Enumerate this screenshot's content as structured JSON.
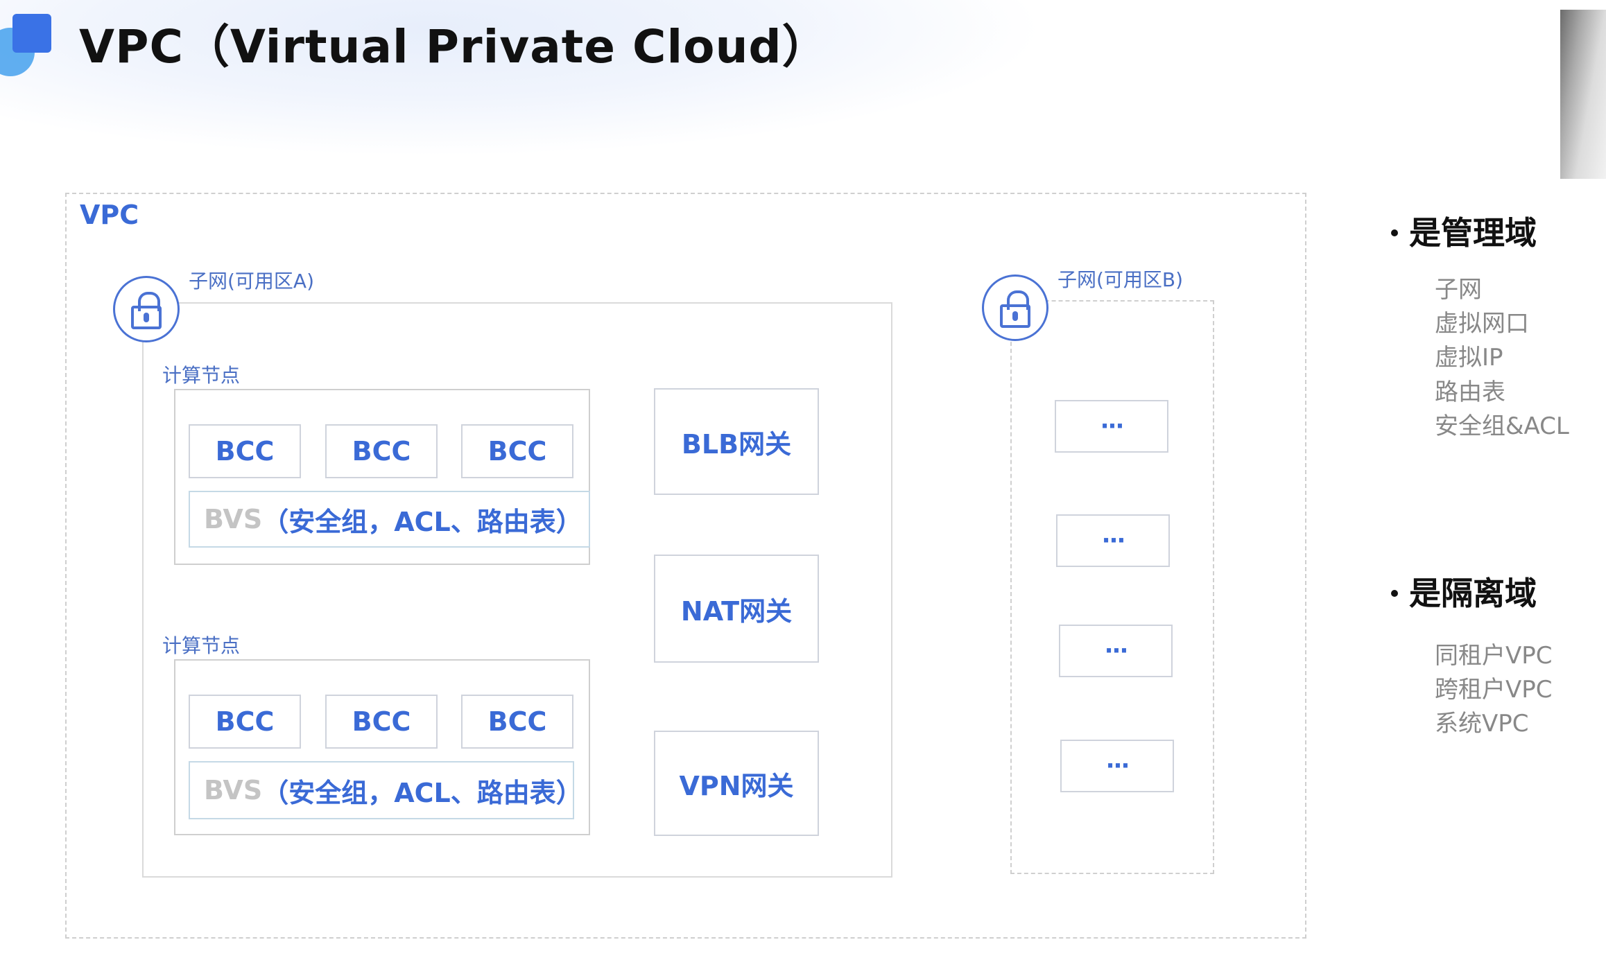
{
  "title": "VPC（Virtual Private Cloud）",
  "vpc_label": "VPC",
  "subnet_a": {
    "label": "子网(可用区A)",
    "compute_nodes": [
      {
        "label": "计算节点",
        "bcc": [
          "BCC",
          "BCC",
          "BCC"
        ],
        "bvs_key": "BVS",
        "bvs_value": "（安全组，ACL、路由表）"
      },
      {
        "label": "计算节点",
        "bcc": [
          "BCC",
          "BCC",
          "BCC"
        ],
        "bvs_key": "BVS",
        "bvs_value": "（安全组，ACL、路由表）"
      }
    ],
    "gateways": [
      "BLB网关",
      "NAT网关",
      "VPN网关"
    ]
  },
  "subnet_b": {
    "label": "子网(可用区B)",
    "items": [
      "···",
      "···",
      "···",
      "···"
    ]
  },
  "side": {
    "management": {
      "heading": "是管理域",
      "items": [
        "子网",
        "虚拟网口",
        "虚拟IP",
        "路由表",
        "安全组&ACL"
      ]
    },
    "isolation": {
      "heading": "是隔离域",
      "items": [
        "同租户VPC",
        "跨租户VPC",
        "系统VPC"
      ]
    }
  },
  "colors": {
    "accent": "#3a6ad6",
    "muted": "#c4c4c4",
    "border": "#cfcfcf"
  },
  "icons": [
    "lock-icon"
  ]
}
